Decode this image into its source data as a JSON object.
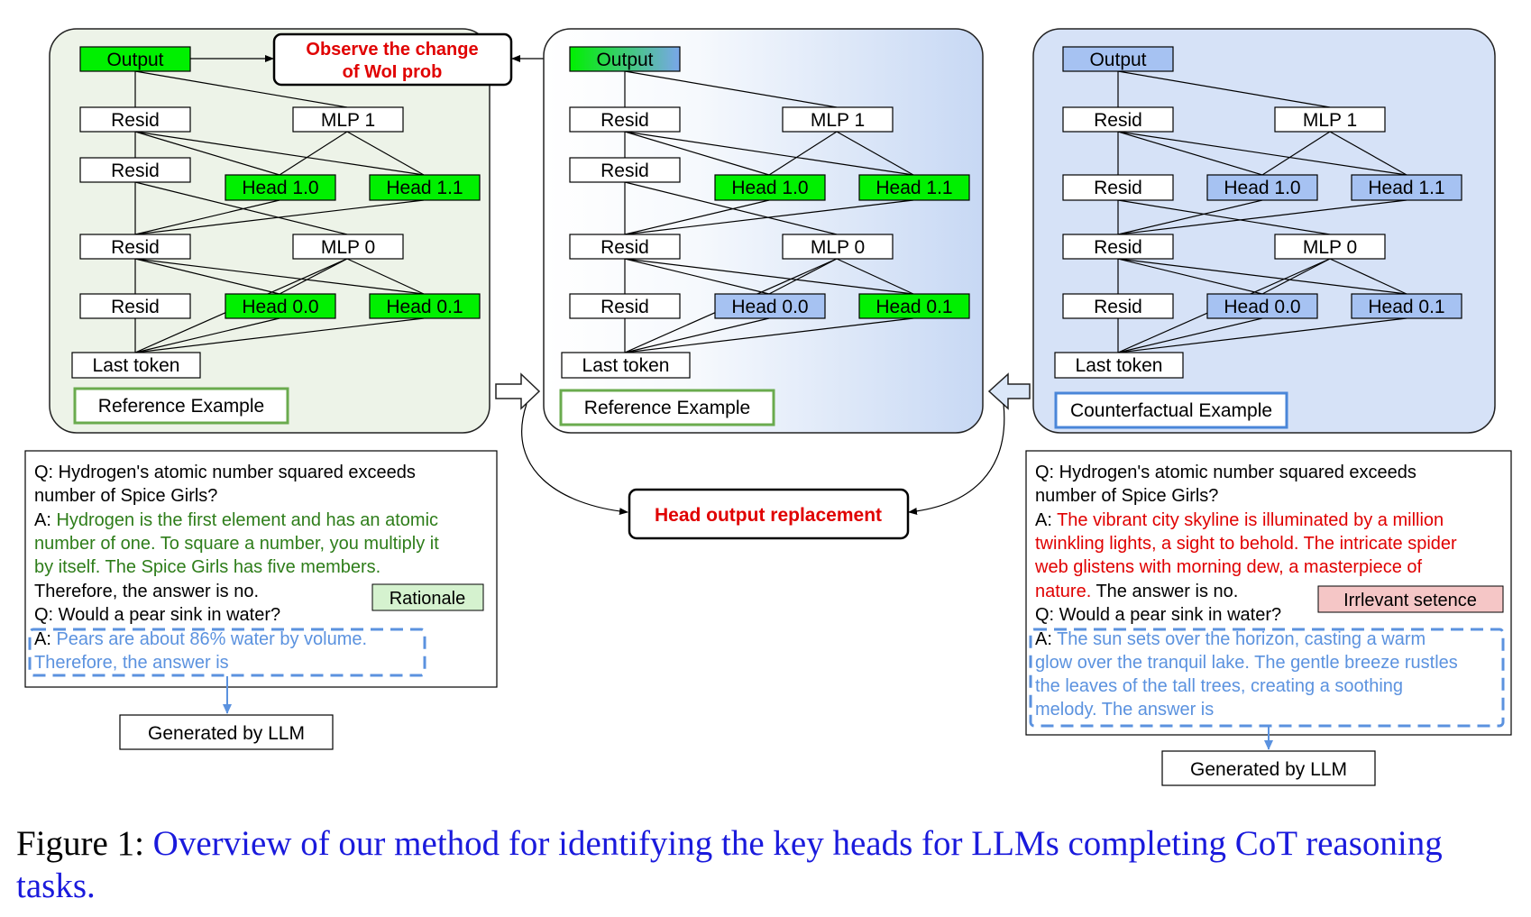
{
  "panels": {
    "left": {
      "output": "Output",
      "resid_top": "Resid",
      "mlp1": "MLP 1",
      "resid_mid": "Resid",
      "head10": "Head 1.0",
      "head11": "Head 1.1",
      "resid_2": "Resid",
      "mlp0": "MLP 0",
      "resid_bottom": "Resid",
      "head00": "Head 0.0",
      "head01": "Head 0.1",
      "last_token": "Last token",
      "label": "Reference Example"
    },
    "middle": {
      "output": "Output",
      "resid_top": "Resid",
      "mlp1": "MLP 1",
      "resid_mid": "Resid",
      "head10": "Head 1.0",
      "head11": "Head 1.1",
      "resid_2": "Resid",
      "mlp0": "MLP 0",
      "resid_bottom": "Resid",
      "head00": "Head 0.0",
      "head01": "Head 0.1",
      "last_token": "Last token",
      "label": "Reference Example"
    },
    "right": {
      "output": "Output",
      "resid_top": "Resid",
      "mlp1": "MLP 1",
      "resid_mid": "Resid",
      "head10": "Head 1.0",
      "head11": "Head 1.1",
      "resid_2": "Resid",
      "mlp0": "MLP 0",
      "resid_bottom": "Resid",
      "head00": "Head 0.0",
      "head01": "Head 0.1",
      "last_token": "Last token",
      "label": "Counterfactual Example"
    }
  },
  "observe_box": {
    "line1": "Observe the change",
    "line2": "of WoI prob"
  },
  "head_output_replacement": "Head output replacement",
  "reference_text": {
    "q1_line1": "Q: Hydrogen's atomic number squared exceeds",
    "q1_line2": "number of Spice Girls?",
    "a_prefix": "A: ",
    "rationale_line1": "Hydrogen is the first element and has an atomic",
    "rationale_line2": "number of one. To square a number, you multiply it",
    "rationale_line3": "by itself. The Spice Girls has five members.",
    "therefore": "Therefore, the answer is no.",
    "rationale_tag": "Rationale",
    "q2": "Q: Would a pear sink in water?",
    "gen_line1": "Pears are about 86% water by volume.",
    "gen_line2": "Therefore, the answer is",
    "generated_by": "Generated by LLM"
  },
  "counterfactual_text": {
    "q1_line1": "Q: Hydrogen's atomic number squared exceeds",
    "q1_line2": "number of Spice Girls?",
    "a_prefix": "A: ",
    "irr_line1": "The vibrant city skyline is illuminated by a million",
    "irr_line2": "twinkling lights, a sight to behold. The intricate spider",
    "irr_line3": "web glistens with morning dew, a masterpiece of",
    "irr_line4": "nature.",
    "answer": " The answer is no.",
    "irrelevant_tag": "Irrlevant setence",
    "q2": "Q: Would a pear sink in water?",
    "gen_line1": "The sun sets over the horizon, casting a warm",
    "gen_line2": "glow over the tranquil lake. The gentle breeze rustles",
    "gen_line3": "the leaves of the tall trees, creating a soothing",
    "gen_line4": "melody. The answer is",
    "generated_by": "Generated by LLM"
  },
  "caption": {
    "figure_label": "Figure 1:",
    "text": "Overview of our method for identifying the key heads for LLMs completing CoT reasoning tasks."
  },
  "colors": {
    "green": "#00f000",
    "blue_box": "#a6c2f2",
    "panel_left": "#edf3e8",
    "panel_right": "#d6e2f7",
    "red": "#e00000",
    "rationale_green": "#2e7d1a",
    "gen_blue": "#5b92df",
    "tag_green": "#d5f2cf",
    "tag_red": "#f5c6c6"
  }
}
